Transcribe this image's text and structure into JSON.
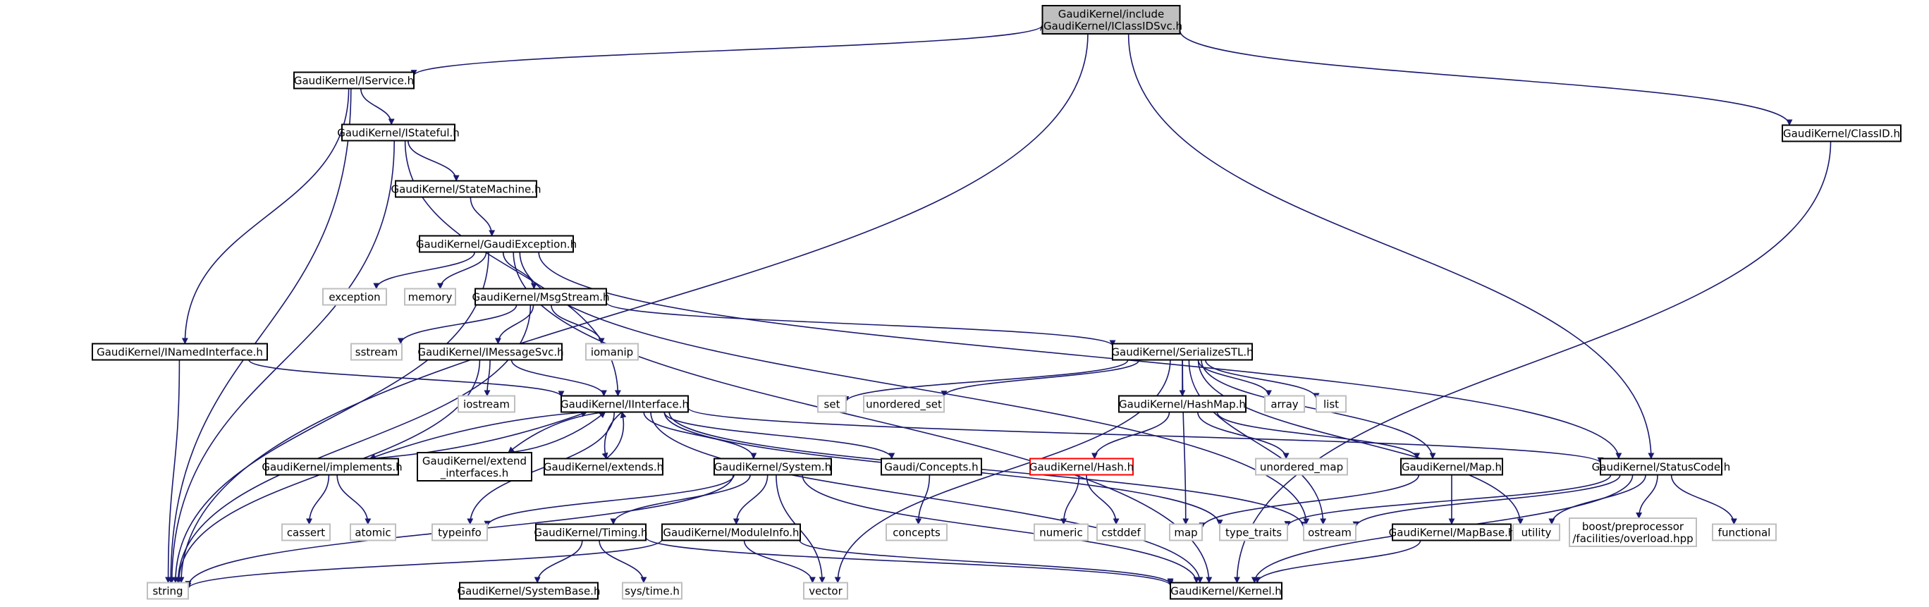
{
  "diagram": {
    "colors": {
      "edge": "#191970",
      "root_fill": "#bfbfbf",
      "root_stroke": "#000000",
      "internal_stroke": "#000000",
      "external_stroke": "#bfbfbf",
      "undocumented_stroke": "#ff0000"
    },
    "nodes": [
      {
        "id": "root",
        "style": "root",
        "lines": [
          "GaudiKernel/include",
          "/GaudiKernel/IClassIDSvc.h"
        ]
      },
      {
        "id": "iservice",
        "style": "internal",
        "lines": [
          "GaudiKernel/IService.h"
        ]
      },
      {
        "id": "classid",
        "style": "internal",
        "lines": [
          "GaudiKernel/ClassID.h"
        ]
      },
      {
        "id": "istateful",
        "style": "internal",
        "lines": [
          "GaudiKernel/IStateful.h"
        ]
      },
      {
        "id": "statemachine",
        "style": "internal",
        "lines": [
          "GaudiKernel/StateMachine.h"
        ]
      },
      {
        "id": "gaudiexception",
        "style": "internal",
        "lines": [
          "GaudiKernel/GaudiException.h"
        ]
      },
      {
        "id": "exception",
        "style": "external",
        "lines": [
          "exception"
        ]
      },
      {
        "id": "memory",
        "style": "external",
        "lines": [
          "memory"
        ]
      },
      {
        "id": "msgstream",
        "style": "internal",
        "lines": [
          "GaudiKernel/MsgStream.h"
        ]
      },
      {
        "id": "inamed",
        "style": "internal",
        "lines": [
          "GaudiKernel/INamedInterface.h"
        ]
      },
      {
        "id": "sstream",
        "style": "external",
        "lines": [
          "sstream"
        ]
      },
      {
        "id": "imessagesvc",
        "style": "internal",
        "lines": [
          "GaudiKernel/IMessageSvc.h"
        ]
      },
      {
        "id": "iomanip",
        "style": "external",
        "lines": [
          "iomanip"
        ]
      },
      {
        "id": "serializestl",
        "style": "internal",
        "lines": [
          "GaudiKernel/SerializeSTL.h"
        ]
      },
      {
        "id": "iostream",
        "style": "external",
        "lines": [
          "iostream"
        ]
      },
      {
        "id": "iinterface",
        "style": "internal",
        "lines": [
          "GaudiKernel/IInterface.h"
        ]
      },
      {
        "id": "set",
        "style": "external",
        "lines": [
          "set"
        ]
      },
      {
        "id": "unordered_set",
        "style": "external",
        "lines": [
          "unordered_set"
        ]
      },
      {
        "id": "hashmap",
        "style": "internal",
        "lines": [
          "GaudiKernel/HashMap.h"
        ]
      },
      {
        "id": "array",
        "style": "external",
        "lines": [
          "array"
        ]
      },
      {
        "id": "list",
        "style": "external",
        "lines": [
          "list"
        ]
      },
      {
        "id": "implements",
        "style": "internal",
        "lines": [
          "GaudiKernel/implements.h"
        ]
      },
      {
        "id": "extendinterfaces",
        "style": "internal",
        "lines": [
          "GaudiKernel/extend",
          "_interfaces.h"
        ]
      },
      {
        "id": "extends",
        "style": "internal",
        "lines": [
          "GaudiKernel/extends.h"
        ]
      },
      {
        "id": "system",
        "style": "internal",
        "lines": [
          "GaudiKernel/System.h"
        ]
      },
      {
        "id": "concepts",
        "style": "internal",
        "lines": [
          "Gaudi/Concepts.h"
        ]
      },
      {
        "id": "hash",
        "style": "undocumented",
        "lines": [
          "GaudiKernel/Hash.h"
        ]
      },
      {
        "id": "unordered_map",
        "style": "external",
        "lines": [
          "unordered_map"
        ]
      },
      {
        "id": "map_h",
        "style": "internal",
        "lines": [
          "GaudiKernel/Map.h"
        ]
      },
      {
        "id": "statuscode",
        "style": "internal",
        "lines": [
          "GaudiKernel/StatusCode.h"
        ]
      },
      {
        "id": "cassert",
        "style": "external",
        "lines": [
          "cassert"
        ]
      },
      {
        "id": "atomic",
        "style": "external",
        "lines": [
          "atomic"
        ]
      },
      {
        "id": "typeinfo",
        "style": "external",
        "lines": [
          "typeinfo"
        ]
      },
      {
        "id": "timing",
        "style": "internal",
        "lines": [
          "GaudiKernel/Timing.h"
        ]
      },
      {
        "id": "moduleinfo",
        "style": "internal",
        "lines": [
          "GaudiKernel/ModuleInfo.h"
        ]
      },
      {
        "id": "concepts_ext",
        "style": "external",
        "lines": [
          "concepts"
        ]
      },
      {
        "id": "numeric",
        "style": "external",
        "lines": [
          "numeric"
        ]
      },
      {
        "id": "cstddef",
        "style": "external",
        "lines": [
          "cstddef"
        ]
      },
      {
        "id": "map",
        "style": "external",
        "lines": [
          "map"
        ]
      },
      {
        "id": "type_traits",
        "style": "external",
        "lines": [
          "type_traits"
        ]
      },
      {
        "id": "ostream",
        "style": "external",
        "lines": [
          "ostream"
        ]
      },
      {
        "id": "mapbase",
        "style": "internal",
        "lines": [
          "GaudiKernel/MapBase.h"
        ]
      },
      {
        "id": "utility",
        "style": "external",
        "lines": [
          "utility"
        ]
      },
      {
        "id": "boostpp",
        "style": "external",
        "lines": [
          "boost/preprocessor",
          "/facilities/overload.hpp"
        ]
      },
      {
        "id": "functional",
        "style": "external",
        "lines": [
          "functional"
        ]
      },
      {
        "id": "string",
        "style": "external",
        "lines": [
          "string"
        ]
      },
      {
        "id": "systembase",
        "style": "internal",
        "lines": [
          "GaudiKernel/SystemBase.h"
        ]
      },
      {
        "id": "systime",
        "style": "external",
        "lines": [
          "sys/time.h"
        ]
      },
      {
        "id": "vector",
        "style": "external",
        "lines": [
          "vector"
        ]
      },
      {
        "id": "kernel",
        "style": "internal",
        "lines": [
          "GaudiKernel/Kernel.h"
        ]
      }
    ],
    "edges": [
      [
        "root",
        "iservice"
      ],
      [
        "root",
        "string"
      ],
      [
        "root",
        "classid"
      ],
      [
        "root",
        "statuscode"
      ],
      [
        "iservice",
        "istateful"
      ],
      [
        "iservice",
        "inamed"
      ],
      [
        "iservice",
        "string"
      ],
      [
        "istateful",
        "statemachine"
      ],
      [
        "istateful",
        "iinterface"
      ],
      [
        "istateful",
        "string"
      ],
      [
        "statemachine",
        "gaudiexception"
      ],
      [
        "gaudiexception",
        "exception"
      ],
      [
        "gaudiexception",
        "memory"
      ],
      [
        "gaudiexception",
        "msgstream"
      ],
      [
        "gaudiexception",
        "string"
      ],
      [
        "gaudiexception",
        "statuscode"
      ],
      [
        "gaudiexception",
        "ostream"
      ],
      [
        "gaudiexception",
        "kernel"
      ],
      [
        "msgstream",
        "sstream"
      ],
      [
        "msgstream",
        "imessagesvc"
      ],
      [
        "msgstream",
        "iomanip"
      ],
      [
        "msgstream",
        "serializestl"
      ],
      [
        "msgstream",
        "string"
      ],
      [
        "inamed",
        "iinterface"
      ],
      [
        "inamed",
        "string"
      ],
      [
        "imessagesvc",
        "iostream"
      ],
      [
        "imessagesvc",
        "iinterface"
      ],
      [
        "imessagesvc",
        "string"
      ],
      [
        "serializestl",
        "set"
      ],
      [
        "serializestl",
        "unordered_set"
      ],
      [
        "serializestl",
        "hashmap"
      ],
      [
        "serializestl",
        "array"
      ],
      [
        "serializestl",
        "list"
      ],
      [
        "serializestl",
        "map_h"
      ],
      [
        "serializestl",
        "utility"
      ],
      [
        "serializestl",
        "vector"
      ],
      [
        "serializestl",
        "ostream"
      ],
      [
        "serializestl",
        "map"
      ],
      [
        "hashmap",
        "hash"
      ],
      [
        "hashmap",
        "unordered_map"
      ],
      [
        "hashmap",
        "map_h"
      ],
      [
        "hash",
        "numeric"
      ],
      [
        "hash",
        "cstddef"
      ],
      [
        "map_h",
        "map"
      ],
      [
        "map_h",
        "mapbase"
      ],
      [
        "mapbase",
        "kernel"
      ],
      [
        "iinterface",
        "implements"
      ],
      [
        "iinterface",
        "extendinterfaces"
      ],
      [
        "iinterface",
        "extends"
      ],
      [
        "iinterface",
        "system"
      ],
      [
        "iinterface",
        "concepts"
      ],
      [
        "iinterface",
        "statuscode"
      ],
      [
        "iinterface",
        "typeinfo"
      ],
      [
        "iinterface",
        "kernel"
      ],
      [
        "iinterface",
        "ostream"
      ],
      [
        "iinterface",
        "type_traits"
      ],
      [
        "implements",
        "iinterface"
      ],
      [
        "implements",
        "cassert"
      ],
      [
        "implements",
        "atomic"
      ],
      [
        "extendinterfaces",
        "iinterface"
      ],
      [
        "extends",
        "iinterface"
      ],
      [
        "system",
        "typeinfo"
      ],
      [
        "system",
        "timing"
      ],
      [
        "system",
        "moduleinfo"
      ],
      [
        "system",
        "string"
      ],
      [
        "system",
        "vector"
      ],
      [
        "system",
        "kernel"
      ],
      [
        "concepts",
        "concepts_ext"
      ],
      [
        "timing",
        "systembase"
      ],
      [
        "timing",
        "systime"
      ],
      [
        "timing",
        "kernel"
      ],
      [
        "moduleinfo",
        "string"
      ],
      [
        "moduleinfo",
        "vector"
      ],
      [
        "moduleinfo",
        "kernel"
      ],
      [
        "statuscode",
        "utility"
      ],
      [
        "statuscode",
        "ostream"
      ],
      [
        "statuscode",
        "type_traits"
      ],
      [
        "statuscode",
        "boostpp"
      ],
      [
        "statuscode",
        "functional"
      ],
      [
        "statuscode",
        "kernel"
      ],
      [
        "classid",
        "kernel"
      ]
    ]
  }
}
